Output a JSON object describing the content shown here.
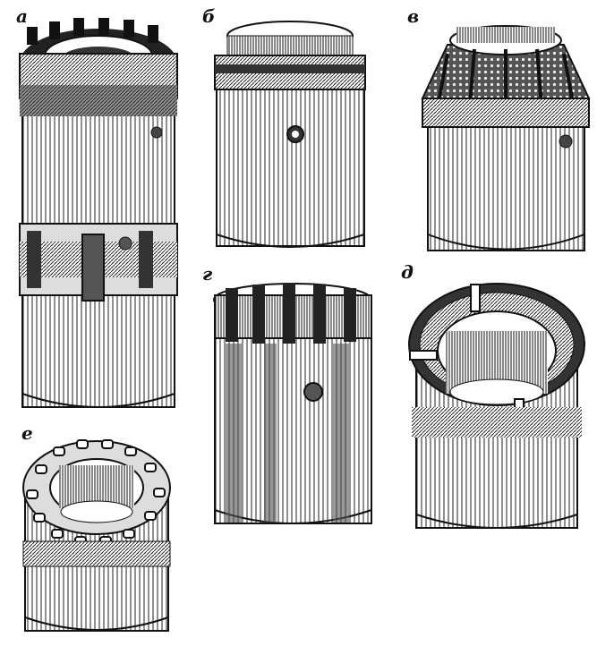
{
  "figure": {
    "labels": {
      "a": "а",
      "b": "б",
      "v": "в",
      "g": "г",
      "d": "д",
      "e": "е"
    }
  }
}
